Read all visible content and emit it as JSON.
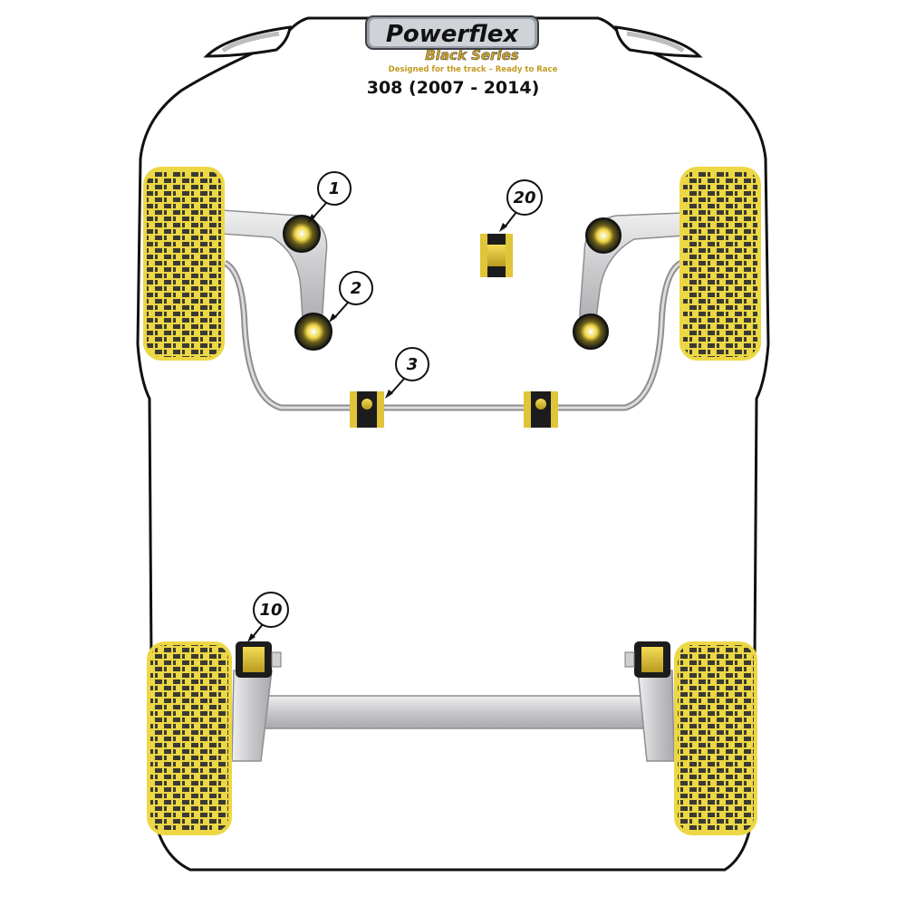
{
  "brand": {
    "name": "Powerflex",
    "series": "Black Series",
    "tagline": "Designed for the track – Ready to Race"
  },
  "model": {
    "title": "308 (2007 - 2014)"
  },
  "callouts": {
    "c1": "1",
    "c2": "2",
    "c3": "3",
    "c20": "20",
    "c10": "10"
  },
  "colors": {
    "tyre_fill": "#ecd745",
    "tyre_tread": "#3a3a32",
    "arm_grey": "#c9c9cc",
    "bush_gold": "#e0c439",
    "bush_dark": "#1c1c1c",
    "body_outline": "#111111"
  }
}
